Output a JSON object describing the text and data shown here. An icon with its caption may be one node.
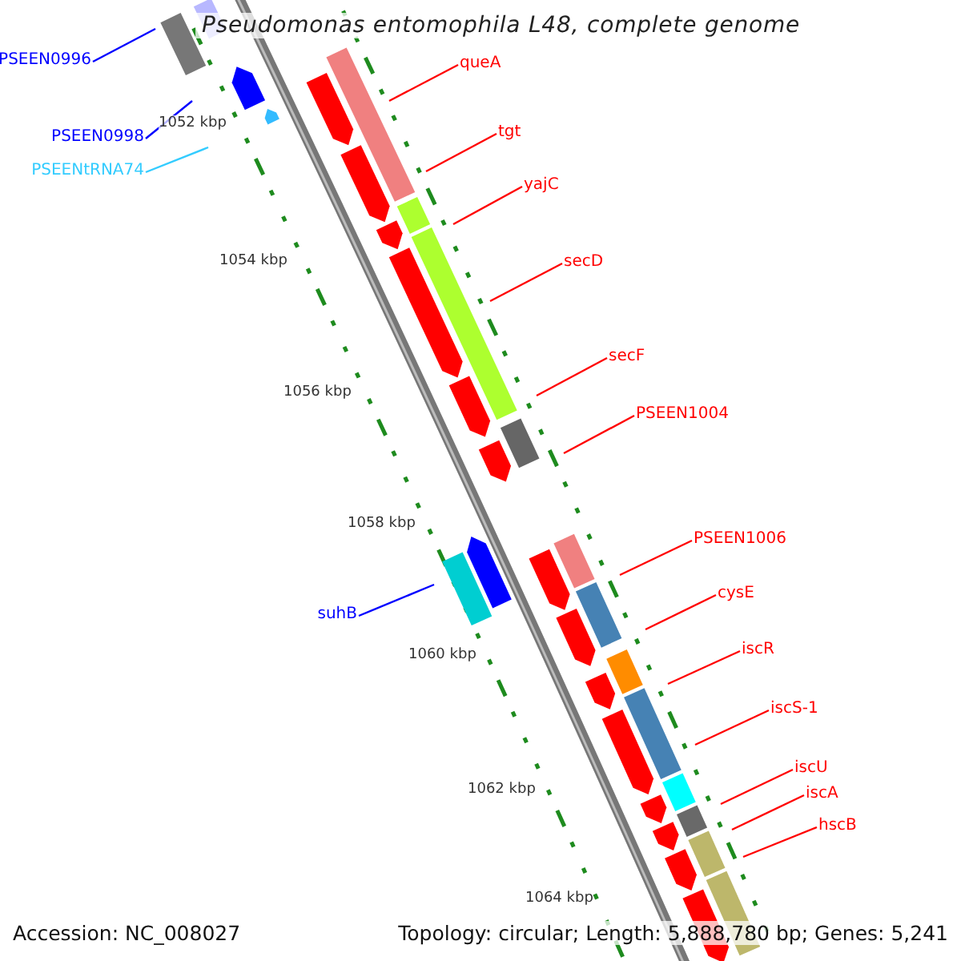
{
  "diagram": {
    "title": "Pseudomonas entomophila L48, complete genome",
    "nodes": [
      {
        "text": [
          "PSEEN0996"
        ]
      },
      {
        "text": [
          "PSEEN0998"
        ]
      },
      {
        "text": [
          "PSEENtRNA74"
        ]
      },
      {
        "text": [
          "queA"
        ]
      },
      {
        "text": [
          "tgt"
        ]
      },
      {
        "text": [
          "yajC"
        ]
      },
      {
        "text": [
          "secD"
        ]
      },
      {
        "text": [
          "secF"
        ]
      },
      {
        "text": [
          "PSEEN1004"
        ]
      },
      {
        "text": [
          "suhB"
        ]
      },
      {
        "text": [
          "PSEEN1006"
        ]
      },
      {
        "text": [
          "cysE"
        ]
      },
      {
        "text": [
          "iscR"
        ]
      },
      {
        "text": [
          "iscS-1"
        ]
      },
      {
        "text": [
          "iscU"
        ]
      },
      {
        "text": [
          "iscA"
        ]
      },
      {
        "text": [
          "hscB"
        ]
      }
    ],
    "edges": [
      {
        "from": 0,
        "to": null,
        "arrow": "none",
        "color": "#0000ff"
      },
      {
        "from": 1,
        "to": null,
        "arrow": "none",
        "color": "#0000ff"
      },
      {
        "from": 2,
        "to": null,
        "arrow": "none",
        "color": "#33ccff"
      },
      {
        "from": 3,
        "to": null,
        "arrow": "none"
      },
      {
        "from": 4,
        "to": null,
        "arrow": "none"
      },
      {
        "from": 5,
        "to": null,
        "arrow": "none"
      },
      {
        "from": 6,
        "to": null,
        "arrow": "none"
      },
      {
        "from": 7,
        "to": null,
        "arrow": "none"
      },
      {
        "from": 8,
        "to": null,
        "arrow": "none"
      },
      {
        "from": 9,
        "to": null,
        "arrow": "none",
        "color": "#0000ff"
      },
      {
        "from": 10,
        "to": null,
        "arrow": "none"
      },
      {
        "from": 11,
        "to": null,
        "arrow": "none"
      },
      {
        "from": 12,
        "to": null,
        "arrow": "none"
      },
      {
        "from": 13,
        "to": null,
        "arrow": "none"
      },
      {
        "from": 14,
        "to": null,
        "arrow": "none"
      },
      {
        "from": 15,
        "to": null,
        "arrow": "none"
      },
      {
        "from": 16,
        "to": null,
        "arrow": "none"
      }
    ],
    "labels": [
      "1052 kbp",
      "1054 kbp",
      "1056 kbp",
      "1058 kbp",
      "1060 kbp",
      "1062 kbp",
      "1064 kbp",
      "Accession: NC_008027",
      "Topology: circular; Length: 5,888,780 bp; Genes: 5,241"
    ]
  }
}
